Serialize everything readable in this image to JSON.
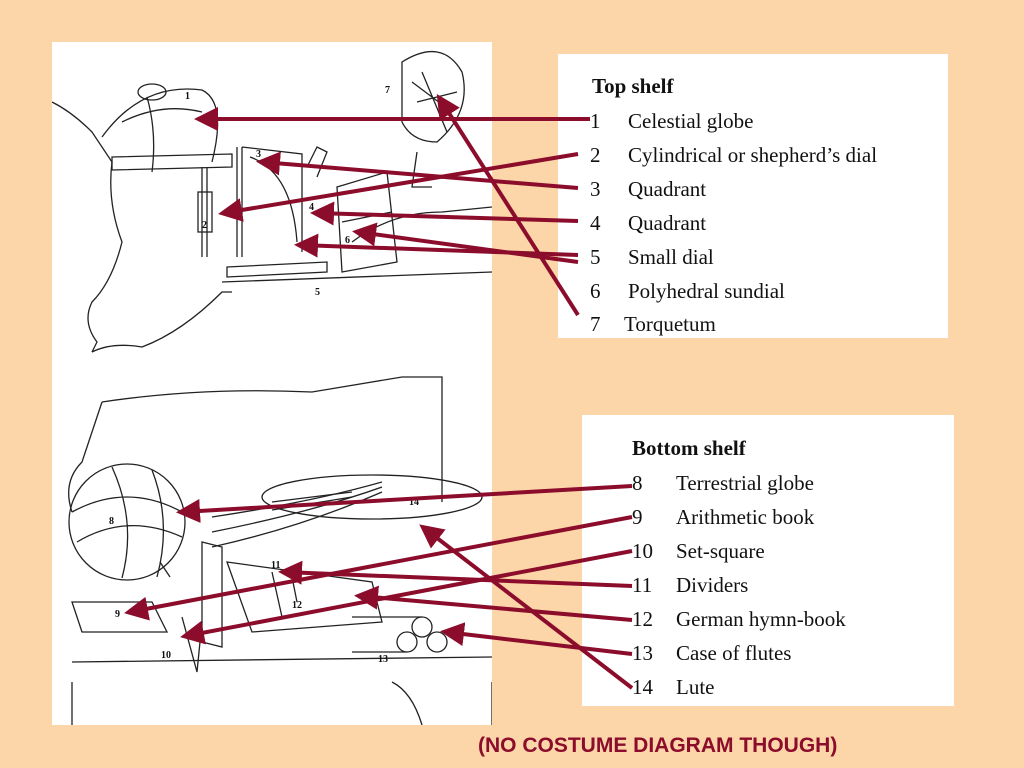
{
  "top_shelf": {
    "title": "Top shelf",
    "items": [
      {
        "num": "1",
        "label": "Celestial globe"
      },
      {
        "num": "2",
        "label": "Cylindrical or shepherd’s dial"
      },
      {
        "num": "3",
        "label": "Quadrant"
      },
      {
        "num": "4",
        "label": "Quadrant"
      },
      {
        "num": "5",
        "label": "Small dial"
      },
      {
        "num": "6",
        "label": "Polyhedral sundial"
      },
      {
        "num": "7",
        "label": "Torquetum"
      }
    ]
  },
  "bottom_shelf": {
    "title": "Bottom shelf",
    "items": [
      {
        "num": "8",
        "label": "Terrestrial globe"
      },
      {
        "num": "9",
        "label": "Arithmetic book"
      },
      {
        "num": "10",
        "label": "Set-square"
      },
      {
        "num": "11",
        "label": "Dividers"
      },
      {
        "num": "12",
        "label": "German hymn-book"
      },
      {
        "num": "13",
        "label": "Case of flutes"
      },
      {
        "num": "14",
        "label": "Lute"
      }
    ]
  },
  "drawing_labels": [
    "1",
    "2",
    "3",
    "4",
    "5",
    "6",
    "7",
    "8",
    "9",
    "10",
    "11",
    "12",
    "13",
    "14"
  ],
  "footnote": "(NO COSTUME DIAGRAM THOUGH)",
  "colors": {
    "background": "#fcd5a8",
    "arrow": "#8b0c2b",
    "panel": "#ffffff"
  }
}
